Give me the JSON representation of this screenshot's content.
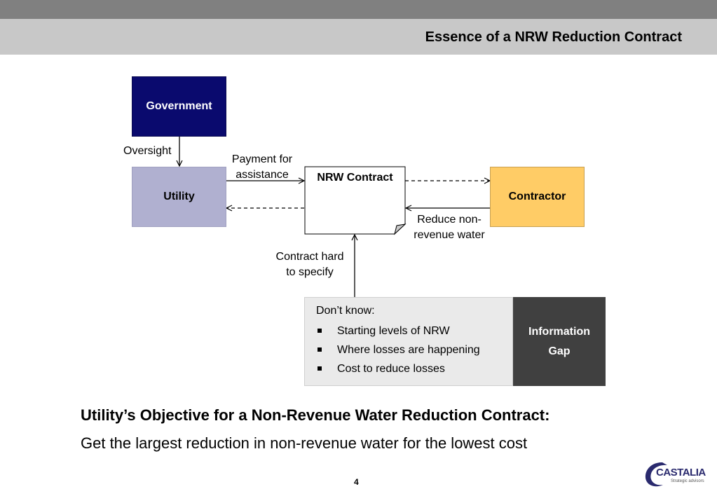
{
  "header": {
    "title": "Essence of a NRW Reduction Contract"
  },
  "diagram": {
    "government": "Government",
    "utility": "Utility",
    "nrw_contract": "NRW Contract",
    "contractor": "Contractor",
    "oversight": "Oversight",
    "payment_line1": "Payment for",
    "payment_line2": "assistance",
    "reduce_line1": "Reduce non-",
    "reduce_line2": "revenue water",
    "hard_line1": "Contract hard",
    "hard_line2": "to specify",
    "info": {
      "heading": "Don’t know:",
      "items": [
        "Starting levels of NRW",
        "Where losses are happening",
        "Cost to reduce losses"
      ],
      "gap_line1": "Information",
      "gap_line2": "Gap"
    }
  },
  "objective": "Utility’s Objective for a Non-Revenue Water Reduction Contract:",
  "goal": "Get the largest reduction in non-revenue water for the lowest cost",
  "footer": {
    "page_number": "4",
    "logo_name": "CASTALIA",
    "logo_tagline": "Strategic advisors"
  },
  "colors": {
    "government": "#0a0a6e",
    "utility": "#b0b0d0",
    "contractor": "#ffcc66",
    "info_gap": "#404040"
  }
}
